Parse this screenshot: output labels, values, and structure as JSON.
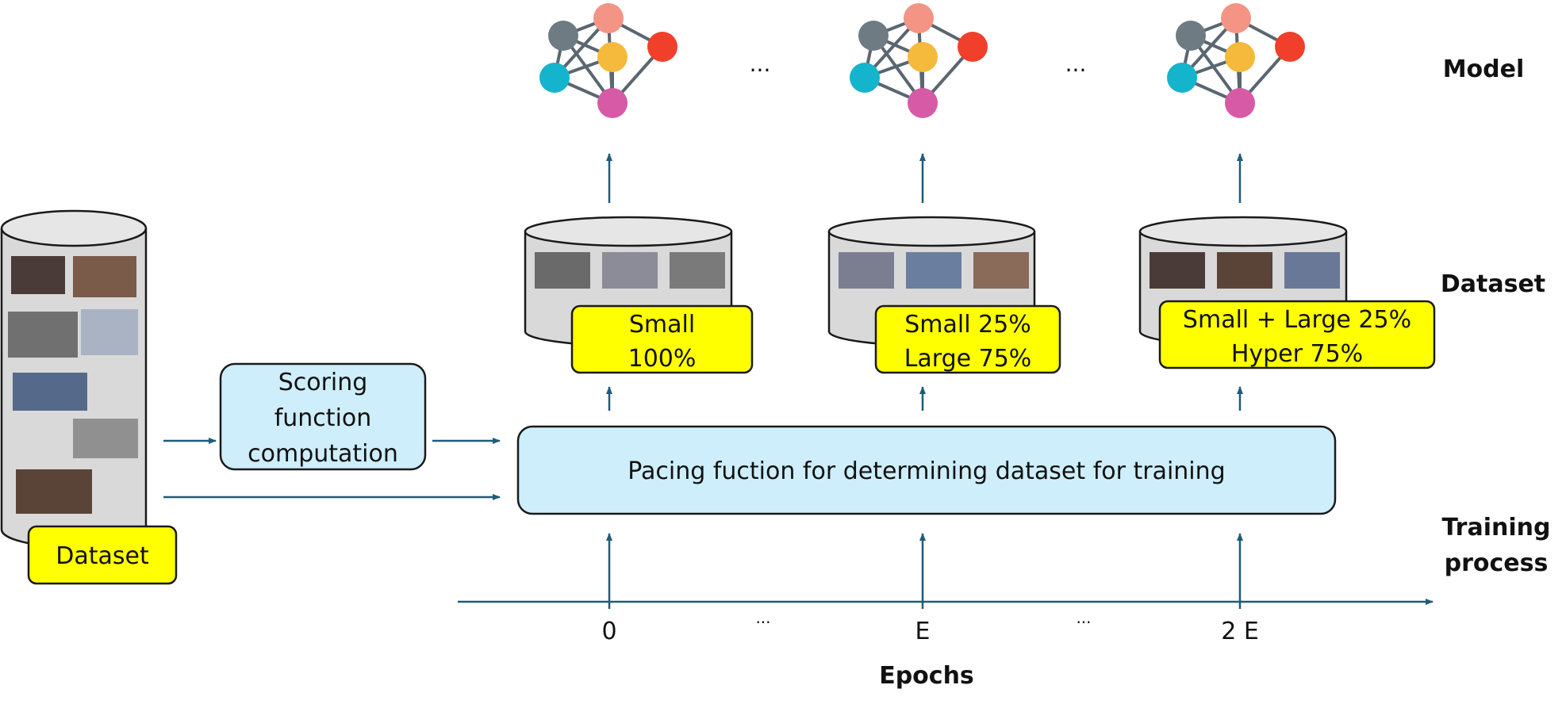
{
  "row_labels": {
    "model": "Model",
    "dataset": "Dataset",
    "training_line1": "Training",
    "training_line2": "process"
  },
  "source_dataset": {
    "label": "Dataset"
  },
  "scoring": {
    "line1": "Scoring",
    "line2": "function",
    "line3": "computation"
  },
  "pacing": {
    "label": "Pacing fuction for determining dataset for training"
  },
  "stages": [
    {
      "line1": "Small",
      "line2": "100%",
      "epoch": "0"
    },
    {
      "line1": "Small 25%",
      "line2": "Large 75%",
      "epoch": "E"
    },
    {
      "line1": "Small + Large 25%",
      "line2": "Hyper 75%",
      "epoch": "2 E"
    }
  ],
  "ellipsis": "...",
  "axis": {
    "label": "Epochs"
  },
  "colors": {
    "arrow": "#1f5c7a",
    "highlight": "#ffff00",
    "process_box": "#cdeefa",
    "cylinder": "#d9d9d9",
    "node_colors": [
      "#6e7b82",
      "#f39485",
      "#f5b93b",
      "#f0402b",
      "#14b4cc",
      "#d65aa6"
    ]
  }
}
